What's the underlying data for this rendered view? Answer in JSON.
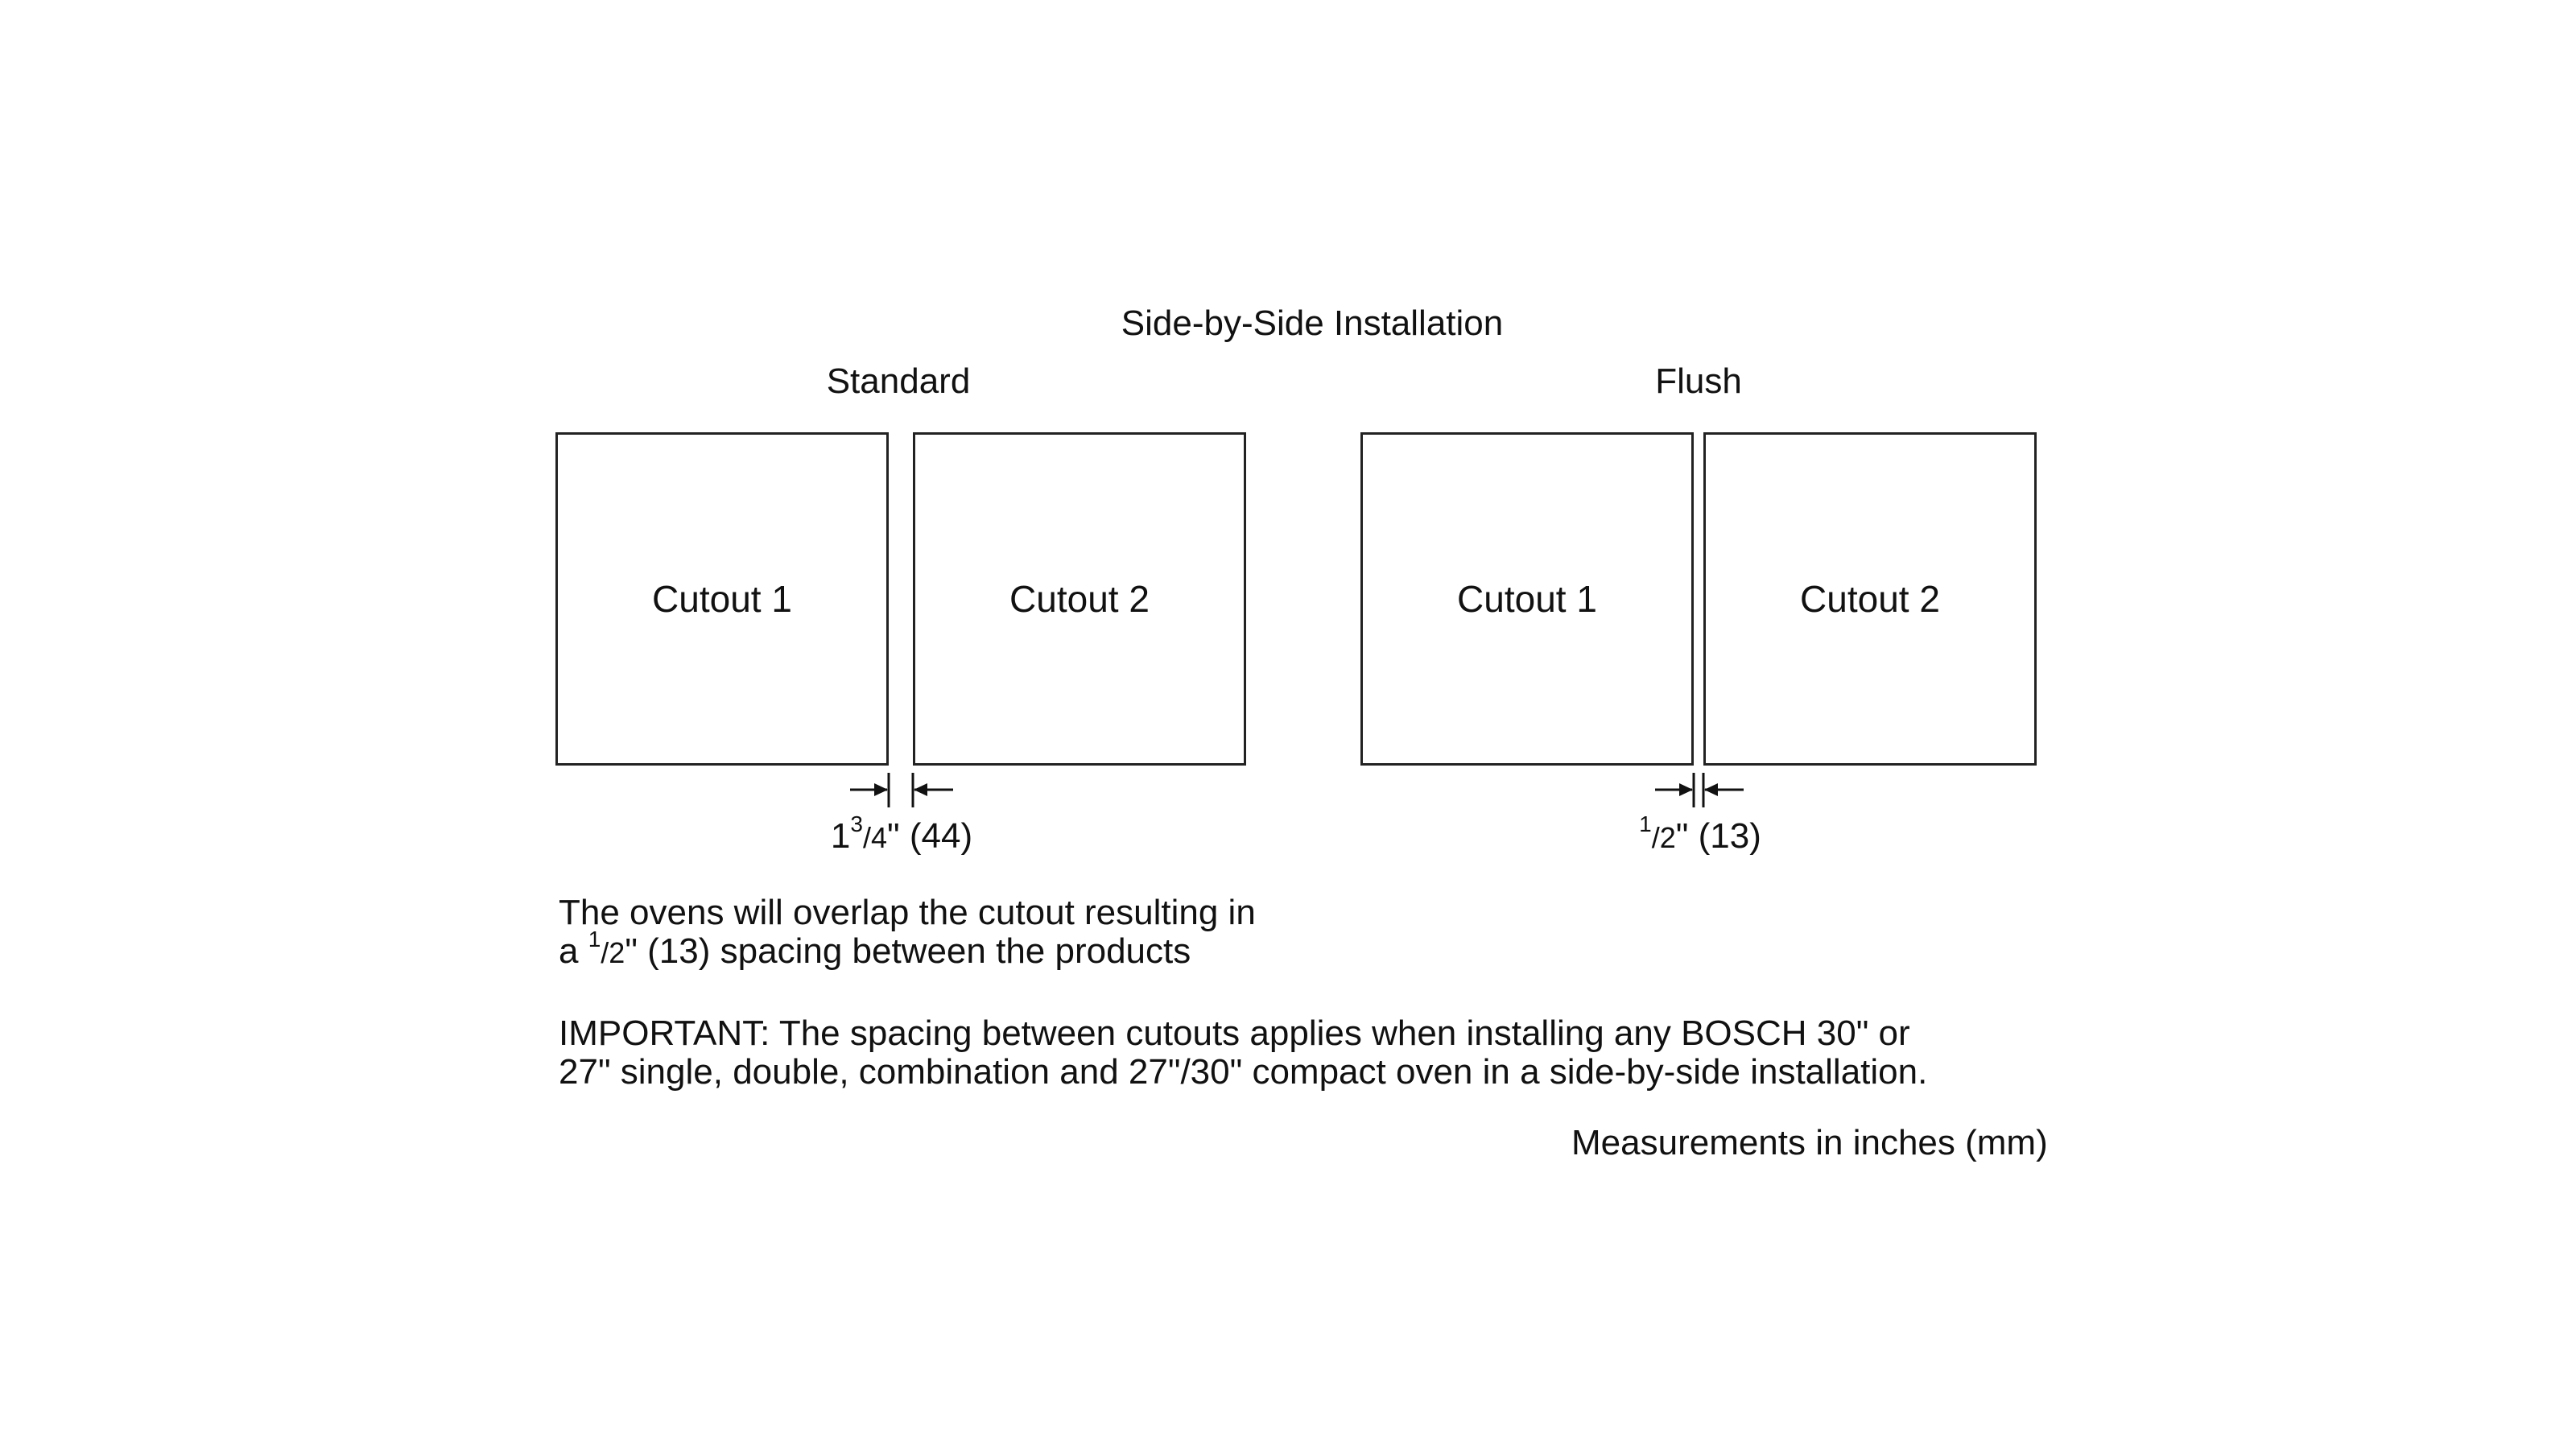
{
  "title": "Side-by-Side Installation",
  "standard": {
    "heading": "Standard",
    "cutout1": "Cutout 1",
    "cutout2": "Cutout 2",
    "dim_whole": "1",
    "dim_num": "3",
    "dim_den": "/4",
    "dim_rest": "\" (44)"
  },
  "flush": {
    "heading": "Flush",
    "cutout1": "Cutout 1",
    "cutout2": "Cutout 2",
    "dim_num": "1",
    "dim_den": "/2",
    "dim_rest": "\" (13)"
  },
  "note": {
    "line1": "The ovens will overlap the cutout resulting in",
    "line2_pre": "a ",
    "line2_num": "1",
    "line2_den": "/2",
    "line2_post": "\" (13) spacing between the products"
  },
  "important": {
    "line1": "IMPORTANT: The spacing between cutouts applies when installing any BOSCH 30\" or",
    "line2": "27\" single, double, combination and 27\"/30\" compact oven in a side-by-side installation."
  },
  "measurements_note": "Measurements in inches (mm)"
}
